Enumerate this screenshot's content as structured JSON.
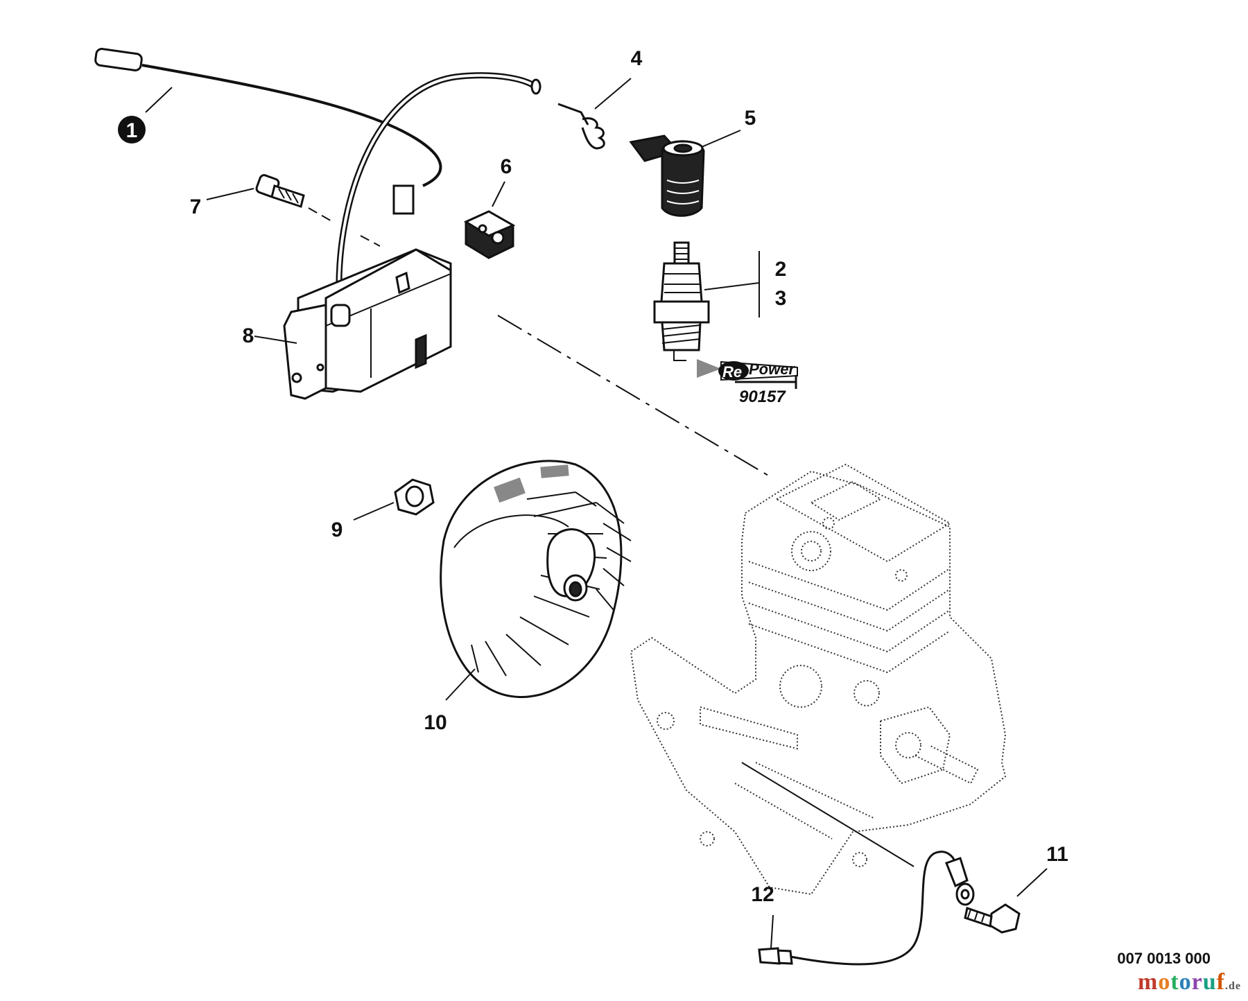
{
  "callouts": [
    {
      "id": "1",
      "label": "1",
      "style": "circled"
    },
    {
      "id": "2",
      "label": "2"
    },
    {
      "id": "3",
      "label": "3"
    },
    {
      "id": "4",
      "label": "4"
    },
    {
      "id": "5",
      "label": "5"
    },
    {
      "id": "6",
      "label": "6"
    },
    {
      "id": "7",
      "label": "7"
    },
    {
      "id": "8",
      "label": "8"
    },
    {
      "id": "9",
      "label": "9"
    },
    {
      "id": "10",
      "label": "10"
    },
    {
      "id": "11",
      "label": "11"
    },
    {
      "id": "12",
      "label": "12"
    }
  ],
  "repower": {
    "brand_re": "Re",
    "brand_power": "Power",
    "part_number": "90157"
  },
  "diagram_code": "007 0013 000",
  "watermark": {
    "text_parts": [
      "m",
      "o",
      "t",
      "o",
      "r",
      "u",
      "f"
    ],
    "suffix": ".de"
  },
  "colors": {
    "line": "#111111",
    "background": "#ffffff"
  }
}
